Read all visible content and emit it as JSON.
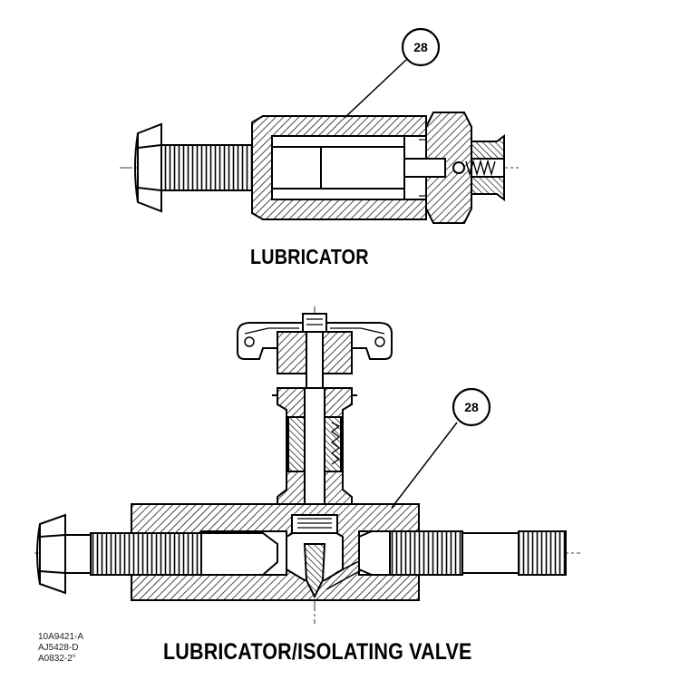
{
  "captions": {
    "top": "LUBRICATOR",
    "bottom": "LUBRICATOR/ISOLATING VALVE"
  },
  "balloons": {
    "top": "28",
    "bottom": "28"
  },
  "drawing_refs": [
    "10A9421-A",
    "AJ5428-D",
    "A0832-2°"
  ],
  "colors": {
    "ink": "#000000",
    "hatch_bg": "#ffffff"
  }
}
